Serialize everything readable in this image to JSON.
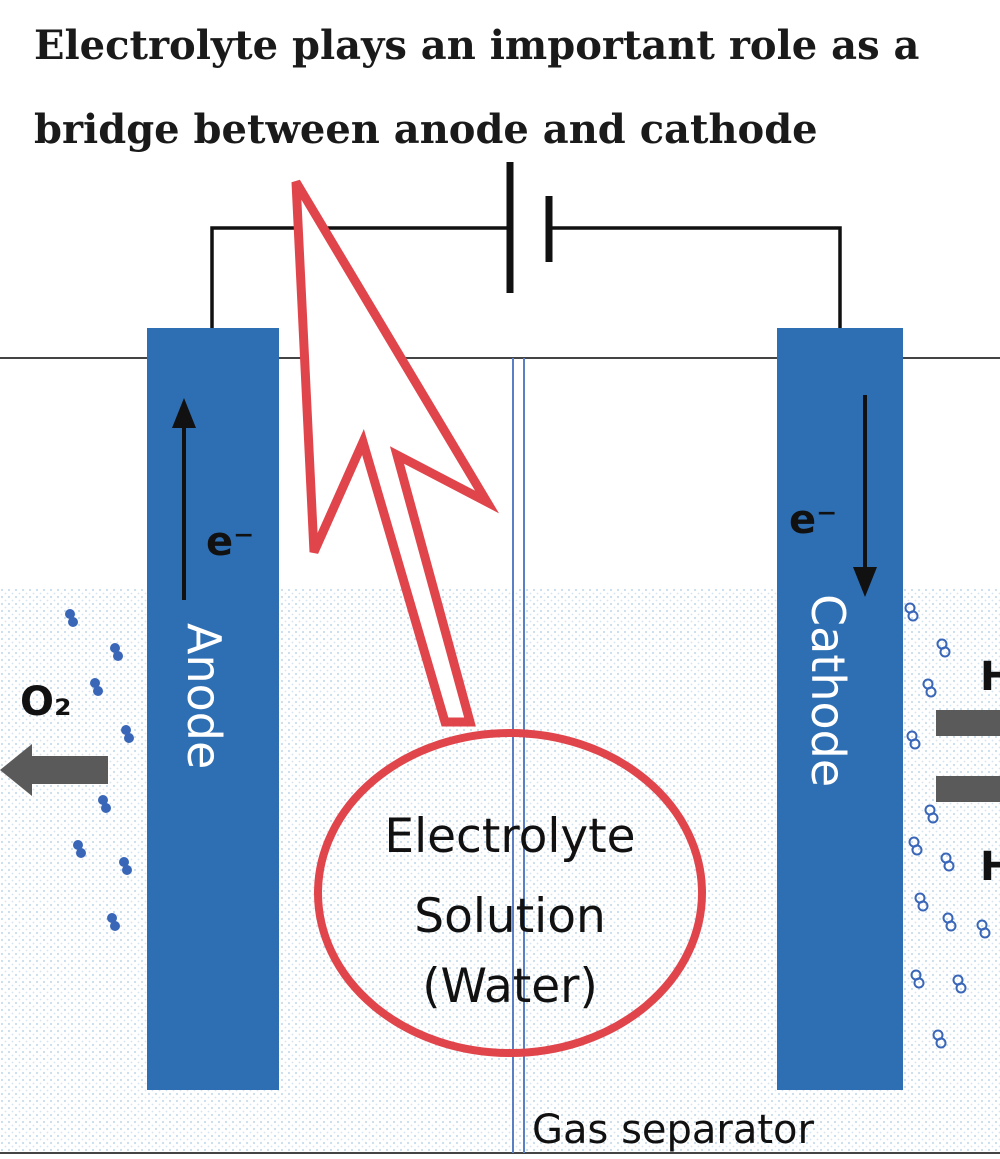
{
  "title": {
    "line1": "Electrolyte plays an important role as a",
    "line2": "bridge between anode and cathode"
  },
  "labels": {
    "anode": "Anode",
    "cathode": "Cathode",
    "electron_anode": "e⁻",
    "electron_cathode": "e⁻",
    "oxygen": "O₂",
    "hydrogen_1": "H",
    "hydrogen_2": "H",
    "separator": "Gas separator"
  },
  "callout": {
    "line1": "Electrolyte",
    "line2": "Solution",
    "line3": "(Water)"
  },
  "colors": {
    "electrode": "#2e6fb4",
    "callout": "#e0454b",
    "separator": "#5b7fc4",
    "bubble": "#3a66b8",
    "arrow_gas": "#5a5a5a",
    "electrolyte_dots": "#c9dcec"
  },
  "icons": {
    "callout_arrow": "up-left-arrow-icon",
    "o2_arrow": "left-arrow-icon",
    "bubbles": "bubble-icon",
    "battery": "battery-cell-icon"
  }
}
